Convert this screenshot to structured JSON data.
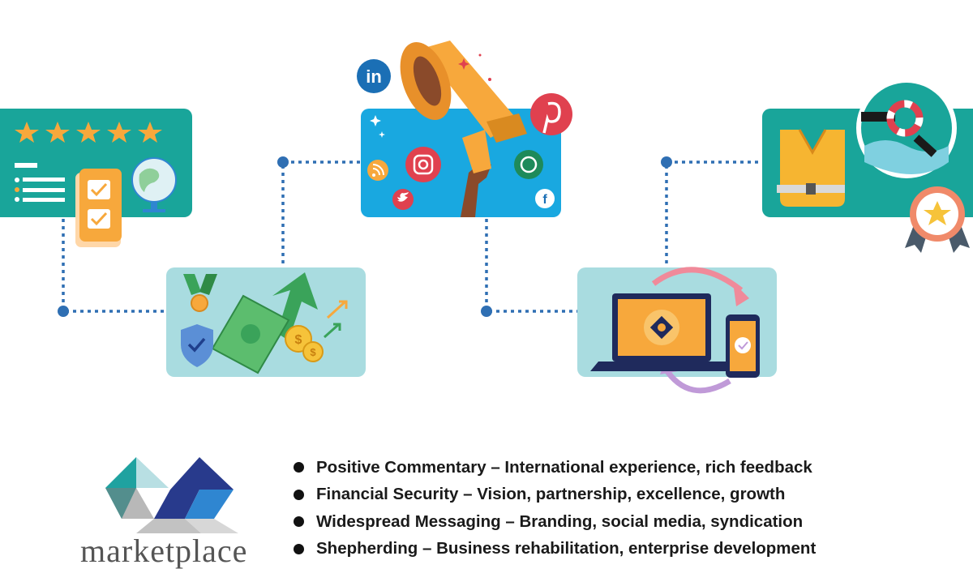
{
  "cards": {
    "feedback": {
      "name": "positive-commentary"
    },
    "finance": {
      "name": "financial-security"
    },
    "messaging": {
      "name": "widespread-messaging"
    },
    "shepherd": {
      "name": "shepherding"
    }
  },
  "social_icons": {
    "linkedin": "in",
    "facebook": "f"
  },
  "colors": {
    "teal": "#19a59a",
    "light_blue": "#a9dce0",
    "connector": "#2f6fb3",
    "orange": "#f7a83c",
    "logo_navy": "#283a8c",
    "logo_teal": "#1fa2a0",
    "logo_sky": "#2f86d1",
    "logo_pale": "#b8dfe3"
  },
  "bullets": [
    {
      "label": "Positive Commentary – International experience, rich feedback"
    },
    {
      "label": "Financial Security – Vision, partnership, excellence, growth"
    },
    {
      "label": "Widespread Messaging – Branding, social media, syndication"
    },
    {
      "label": "Shepherding – Business rehabilitation, enterprise development"
    }
  ],
  "logo": {
    "wordmark": "marketplace"
  }
}
